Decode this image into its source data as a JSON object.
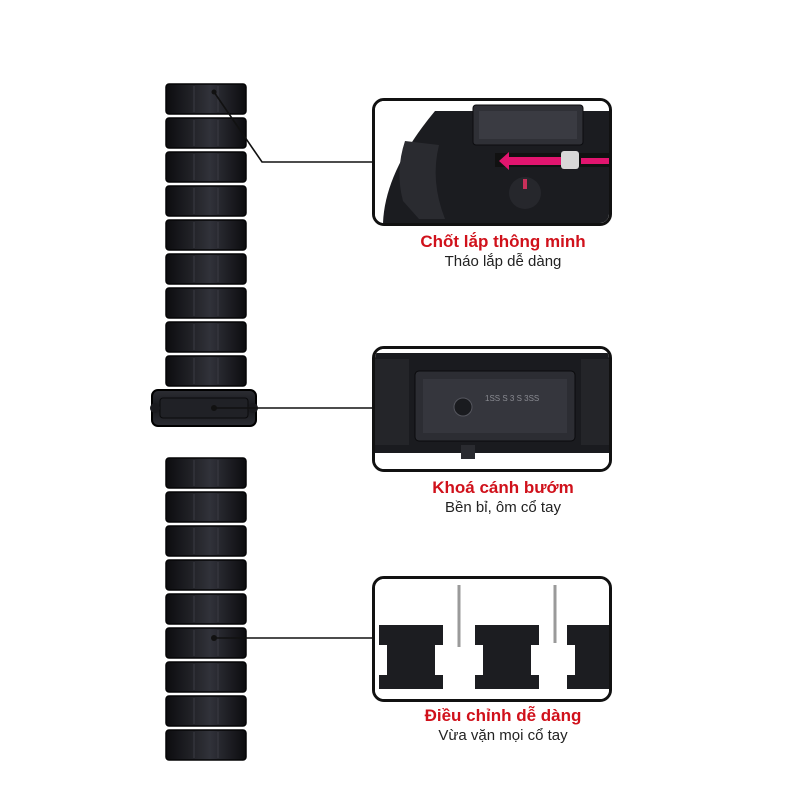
{
  "accent_color": "#d0111b",
  "features": [
    {
      "title": "Chốt lắp thông minh",
      "subtitle": "Tháo lắp dễ dàng"
    },
    {
      "title": "Khoá cánh bướm",
      "subtitle": "Bền bỉ, ôm cổ tay"
    },
    {
      "title": "Điều chỉnh dễ dàng",
      "subtitle": "Vừa vặn mọi cổ tay"
    }
  ]
}
